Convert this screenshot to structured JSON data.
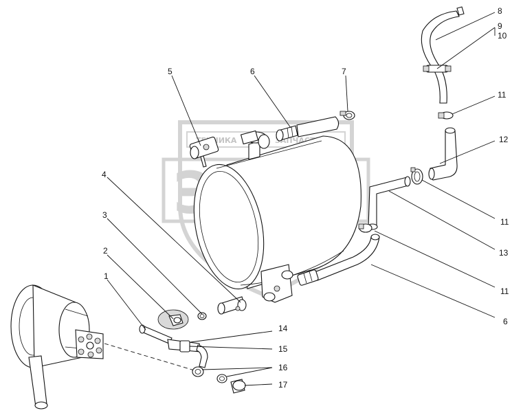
{
  "watermark": {
    "logo_text": "ЭПФ",
    "banner_left": "ТЕХНИКА",
    "banner_right": "ЗАПЧАСТИ"
  },
  "callouts": [
    {
      "id": "c1",
      "label": "1"
    },
    {
      "id": "c2",
      "label": "2"
    },
    {
      "id": "c3",
      "label": "3"
    },
    {
      "id": "c4",
      "label": "4"
    },
    {
      "id": "c5",
      "label": "5"
    },
    {
      "id": "c6a",
      "label": "6"
    },
    {
      "id": "c6b",
      "label": "6"
    },
    {
      "id": "c7",
      "label": "7"
    },
    {
      "id": "c8",
      "label": "8"
    },
    {
      "id": "c9",
      "label": "9"
    },
    {
      "id": "c10",
      "label": "10"
    },
    {
      "id": "c11a",
      "label": "11"
    },
    {
      "id": "c11b",
      "label": "11"
    },
    {
      "id": "c11c",
      "label": "11"
    },
    {
      "id": "c12",
      "label": "12"
    },
    {
      "id": "c13",
      "label": "13"
    },
    {
      "id": "c14",
      "label": "14"
    },
    {
      "id": "c15",
      "label": "15"
    },
    {
      "id": "c16",
      "label": "16"
    },
    {
      "id": "c17",
      "label": "17"
    }
  ]
}
